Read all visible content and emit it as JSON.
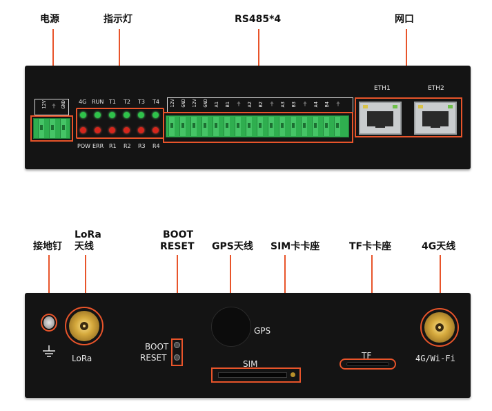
{
  "callouts": {
    "power": "电源",
    "indicator": "指示灯",
    "rs485": "RS485*4",
    "network": "网口",
    "ground": "接地钉",
    "lora_line1": "LoRa",
    "lora_line2": "天线",
    "boot_line1": "BOOT",
    "boot_line2": "RESET",
    "gps": "GPS天线",
    "sim": "SIM卡卡座",
    "tf": "TF卡卡座",
    "lte": "4G天线"
  },
  "top_panel": {
    "power_labels": [
      "12V",
      "⏚",
      "GND"
    ],
    "led_top_labels": [
      "4G",
      "RUN",
      "T1",
      "T2",
      "T3",
      "T4"
    ],
    "led_bottom_labels": [
      "POW",
      "ERR",
      "R1",
      "R2",
      "R3",
      "R4"
    ],
    "rs485_labels": [
      "12V",
      "GND",
      "12V",
      "GND",
      "A1",
      "B1",
      "⏚",
      "A2",
      "B2",
      "⏚",
      "A3",
      "B3",
      "⏚",
      "A4",
      "B4",
      "⏚"
    ],
    "eth1": "ETH1",
    "eth2": "ETH2"
  },
  "bottom_panel": {
    "lora": "LoRa",
    "gps": "GPS",
    "boot": "BOOT",
    "reset": "RESET",
    "sim": "SIM",
    "tf": "TF",
    "lte": "4G/Wi-Fi"
  },
  "colors": {
    "accent": "#e8542a",
    "panel": "#141414",
    "terminal": "#2fae4f",
    "led_green": "#2fc24a",
    "led_red": "#d4261c"
  }
}
